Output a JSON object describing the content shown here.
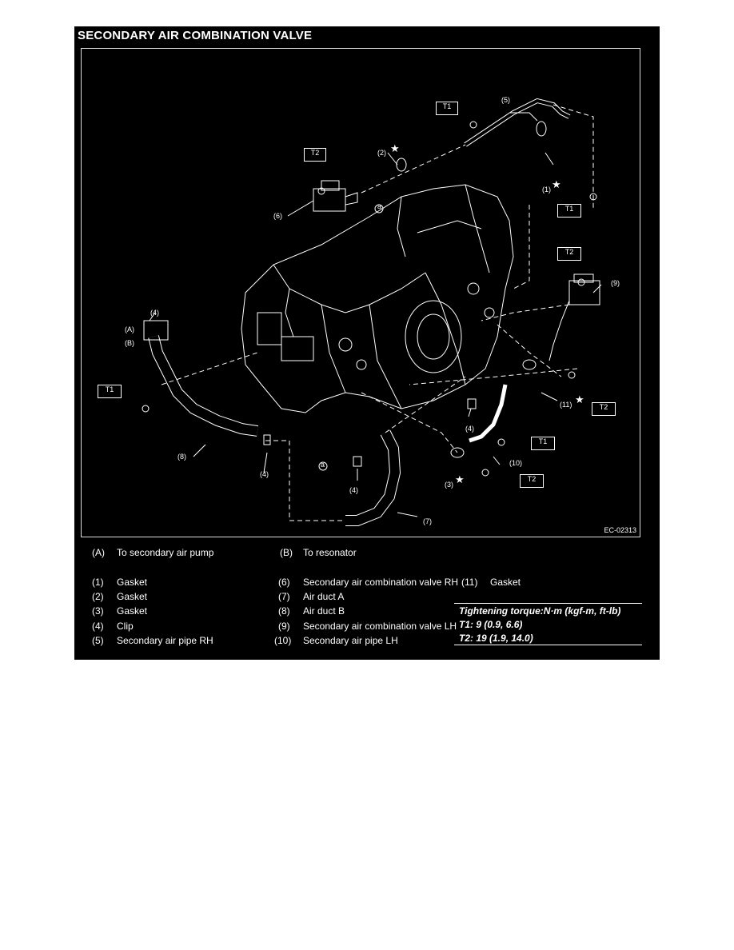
{
  "title": "SECONDARY AIR COMBINATION VALVE",
  "figure_code": "EC-02313",
  "callouts": {
    "T1": "T1",
    "T2": "T2",
    "n1": "(1)",
    "n2": "(2)",
    "n3": "(3)",
    "n4": "(4)",
    "n5": "(5)",
    "n6": "(6)",
    "n7": "(7)",
    "n8": "(8)",
    "n9": "(9)",
    "n10": "(10)",
    "n11": "(11)",
    "A": "(A)",
    "B": "(B)",
    "a": "a",
    "star": "★"
  },
  "legend": {
    "A": {
      "key": "(A)",
      "text": "To secondary air pump"
    },
    "B": {
      "key": "(B)",
      "text": "To resonator"
    },
    "col1": [
      {
        "key": "(1)",
        "text": "Gasket"
      },
      {
        "key": "(2)",
        "text": "Gasket"
      },
      {
        "key": "(3)",
        "text": "Gasket"
      },
      {
        "key": "(4)",
        "text": "Clip"
      },
      {
        "key": "(5)",
        "text": "Secondary air pipe RH"
      }
    ],
    "col2": [
      {
        "key": "(6)",
        "text": "Secondary air combination valve RH"
      },
      {
        "key": "(7)",
        "text": "Air duct A"
      },
      {
        "key": "(8)",
        "text": "Air duct B"
      },
      {
        "key": "(9)",
        "text": "Secondary air combination valve LH"
      },
      {
        "key": "(10)",
        "text": "Secondary air pipe LH"
      }
    ],
    "col3": [
      {
        "key": "(11)",
        "text": "Gasket"
      }
    ]
  },
  "torque": {
    "heading": "Tightening torque:N·m (kgf-m, ft-lb)",
    "t1": "T1:   9 (0.9, 6.6)",
    "t2": "T2:   19 (1.9, 14.0)"
  }
}
